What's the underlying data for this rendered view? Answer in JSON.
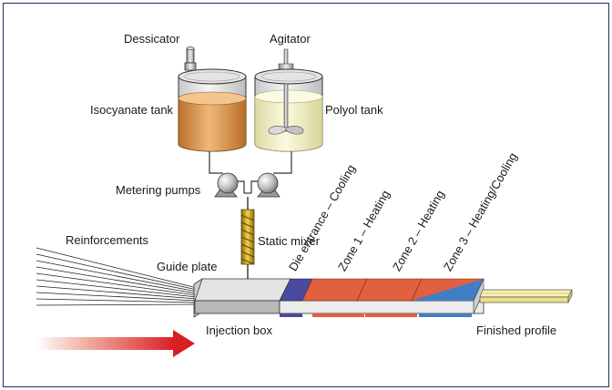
{
  "labels": {
    "dessicator": "Dessicator",
    "agitator": "Agitator",
    "isocyanate_tank": "Isocyanate tank",
    "polyol_tank": "Polyol tank",
    "metering_pumps": "Metering pumps",
    "static_mixer": "Static mixer",
    "reinforcements": "Reinforcements",
    "guide_plate": "Guide plate",
    "injection_box": "Injection box",
    "finished_profile": "Finished profile"
  },
  "zones": {
    "die_entrance": "Die entrance – Cooling",
    "zone1": "Zone 1 – Heating",
    "zone2": "Zone 2 – Heating",
    "zone3": "Zone 3 – Heating/Cooling"
  },
  "colors": {
    "frame": "#3a3f6b",
    "isocyanate_liquid": "#cc8a3a",
    "polyol_liquid": "#f1efc4",
    "cooling": "#4a4aa0",
    "heating": "#e06040",
    "zone3_cooling": "#3f7fc4",
    "profile": "#f0eaa0",
    "arrow": "#d81f25"
  },
  "icons": [
    "flow-arrow-icon"
  ]
}
